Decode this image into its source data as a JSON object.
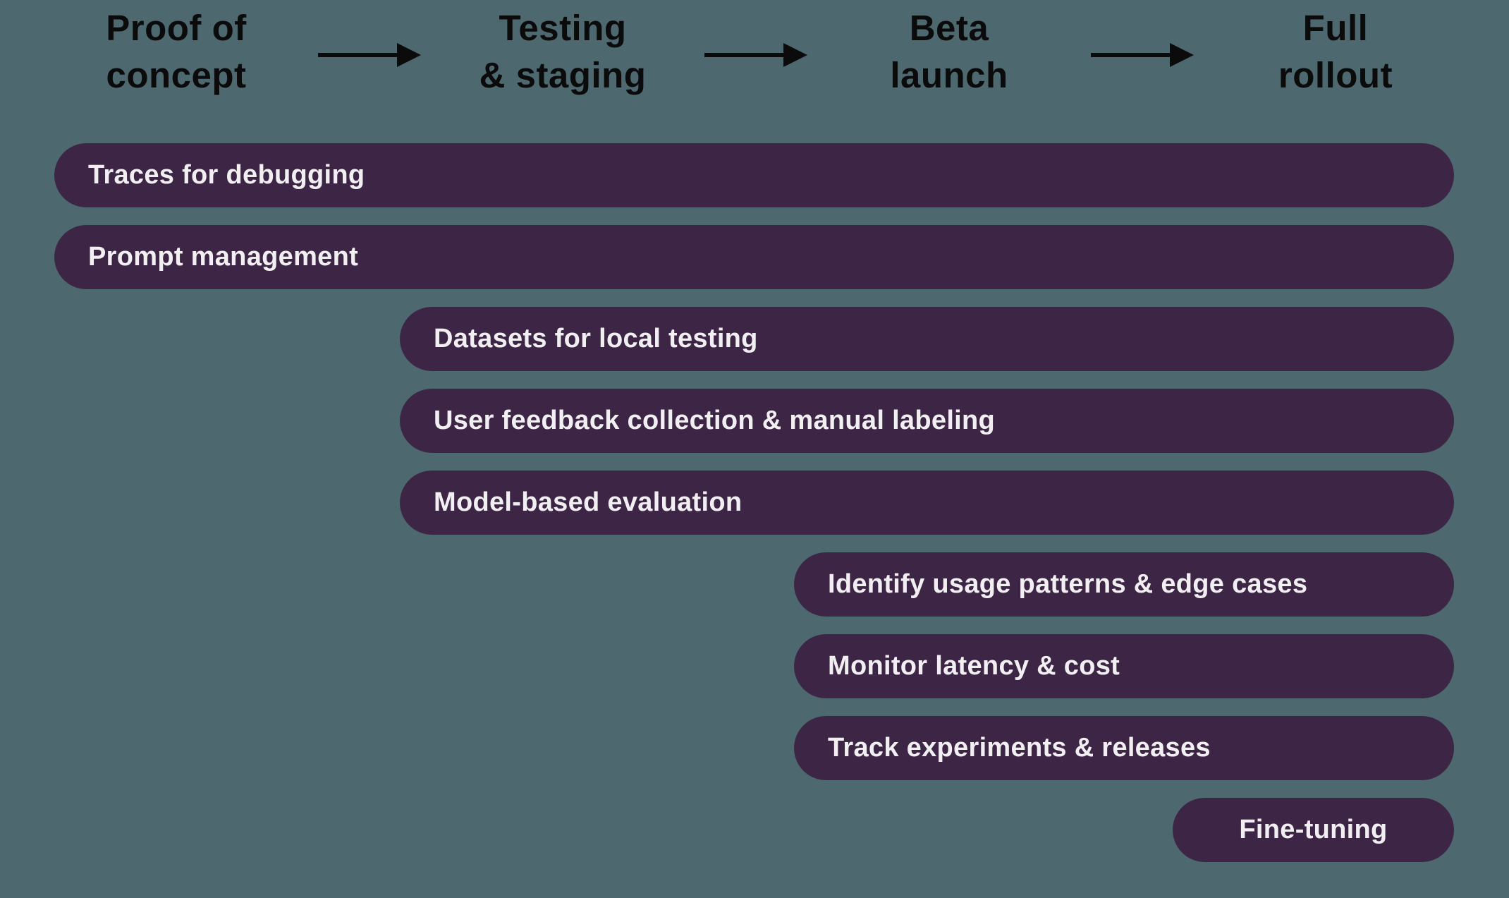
{
  "title": "LLM product rollout stages and tooling timeline",
  "colors": {
    "background": "#4E6870",
    "bar": "#3D2645",
    "bar_text": "#F2EFF3",
    "header_text": "#0B0B0B",
    "arrow": "#0B0B0B"
  },
  "stages": [
    {
      "line1": "Proof of",
      "line2": "concept"
    },
    {
      "line1": "Testing",
      "line2": "& staging"
    },
    {
      "line1": "Beta",
      "line2": "launch"
    },
    {
      "line1": "Full",
      "line2": "rollout"
    }
  ],
  "arrow_icon": "right-arrow",
  "bars": [
    {
      "label": "Traces for debugging",
      "start_stage": 1,
      "end_stage": 4
    },
    {
      "label": "Prompt management",
      "start_stage": 1,
      "end_stage": 4
    },
    {
      "label": "Datasets for local testing",
      "start_stage": 2,
      "end_stage": 4
    },
    {
      "label": "User feedback collection & manual labeling",
      "start_stage": 2,
      "end_stage": 4
    },
    {
      "label": "Model-based evaluation",
      "start_stage": 2,
      "end_stage": 4
    },
    {
      "label": "Identify usage patterns & edge cases",
      "start_stage": 3,
      "end_stage": 4
    },
    {
      "label": "Monitor latency & cost",
      "start_stage": 3,
      "end_stage": 4
    },
    {
      "label": "Track experiments & releases",
      "start_stage": 3,
      "end_stage": 4
    },
    {
      "label": "Fine-tuning",
      "start_stage": 4,
      "end_stage": 4,
      "text_align": "center"
    }
  ],
  "chart_data": {
    "type": "table",
    "title": "",
    "categories": [
      "Proof of concept",
      "Testing & staging",
      "Beta launch",
      "Full rollout"
    ],
    "series": [
      {
        "name": "Traces for debugging",
        "span": [
          1,
          4
        ]
      },
      {
        "name": "Prompt management",
        "span": [
          1,
          4
        ]
      },
      {
        "name": "Datasets for local testing",
        "span": [
          2,
          4
        ]
      },
      {
        "name": "User feedback collection & manual labeling",
        "span": [
          2,
          4
        ]
      },
      {
        "name": "Model-based evaluation",
        "span": [
          2,
          4
        ]
      },
      {
        "name": "Identify usage patterns & edge cases",
        "span": [
          3,
          4
        ]
      },
      {
        "name": "Monitor latency & cost",
        "span": [
          3,
          4
        ]
      },
      {
        "name": "Track experiments & releases",
        "span": [
          3,
          4
        ]
      },
      {
        "name": "Fine-tuning",
        "span": [
          4,
          4
        ]
      }
    ]
  }
}
